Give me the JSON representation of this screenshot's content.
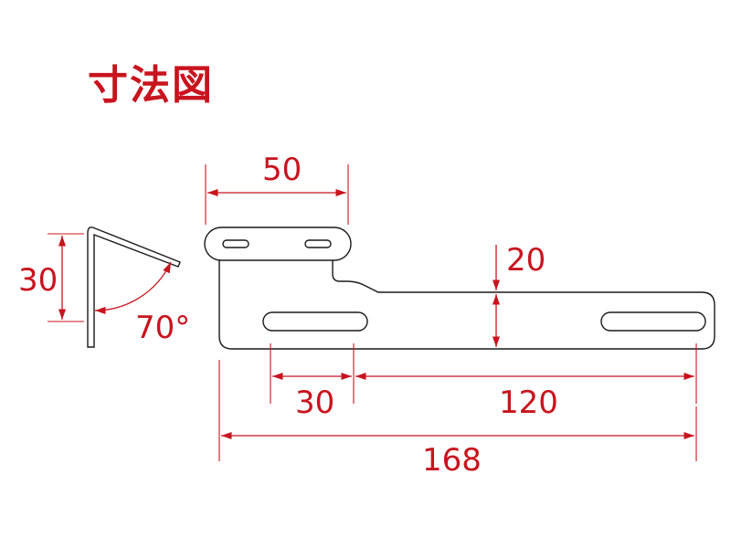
{
  "title": "寸法図",
  "colors": {
    "dimension": "#c8141e",
    "outline": "#1a1a1a"
  },
  "dimensions": {
    "top_width": "50",
    "side_height": "30",
    "angle": "70°",
    "step_height": "20",
    "slot_offset": "30",
    "slot_span": "120",
    "overall_length": "168"
  }
}
